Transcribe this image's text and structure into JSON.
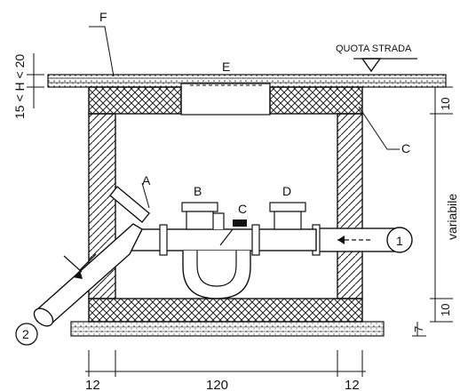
{
  "labels": {
    "F": "F",
    "E": "E",
    "A": "A",
    "B": "B",
    "C_top": "C",
    "C_mid": "C",
    "D": "D",
    "quota_strada": "QUOTA STRADA",
    "height_range": "15 < H < 20",
    "variabile": "variabile",
    "dim_10_top": "10",
    "dim_10_bottom": "10",
    "dim_7": "7",
    "pipe_1": "1",
    "pipe_2": "2"
  },
  "dimensions": {
    "left": "12",
    "center": "120",
    "right": "12"
  }
}
